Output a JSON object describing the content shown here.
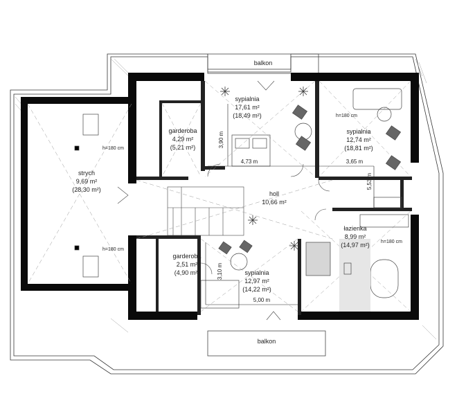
{
  "balconies": {
    "top": "balkon",
    "bottom": "balkon"
  },
  "rooms": [
    {
      "id": "strych",
      "name": "strych",
      "area": "9,69 m²",
      "area_total": "(28,30 m²)"
    },
    {
      "id": "garderoba_top",
      "name": "garderoba",
      "area": "4,29 m²",
      "area_total": "(5,21 m²)"
    },
    {
      "id": "sypialnia_top",
      "name": "sypialnia",
      "area": "17,61 m²",
      "area_total": "(18,49 m²)"
    },
    {
      "id": "sypialnia_right",
      "name": "sypialnia",
      "area": "12,74 m²",
      "area_total": "(18,81 m²)"
    },
    {
      "id": "holl",
      "name": "holl",
      "area": "10,66 m²",
      "area_total": ""
    },
    {
      "id": "lazienka",
      "name": "łazienka",
      "area": "8,99 m²",
      "area_total": "(14,97 m²)"
    },
    {
      "id": "garderoba_bottom",
      "name": "garderoba",
      "area": "2,51 m²",
      "area_total": "(4,90 m²)"
    },
    {
      "id": "sypialnia_bottom",
      "name": "sypialnia",
      "area": "12,97 m²",
      "area_total": "(14,22 m²)"
    }
  ],
  "dimensions": {
    "d1": "3,90 m",
    "d2": "4,73 m",
    "d3": "3,65 m",
    "d4": "5,53 m",
    "d5": "3,10 m",
    "d6": "5,00 m"
  },
  "heights": {
    "h1": "h=180 cm",
    "h2": "h=180 cm",
    "h3": "h=180 cm",
    "h4": "h=180 cm"
  }
}
